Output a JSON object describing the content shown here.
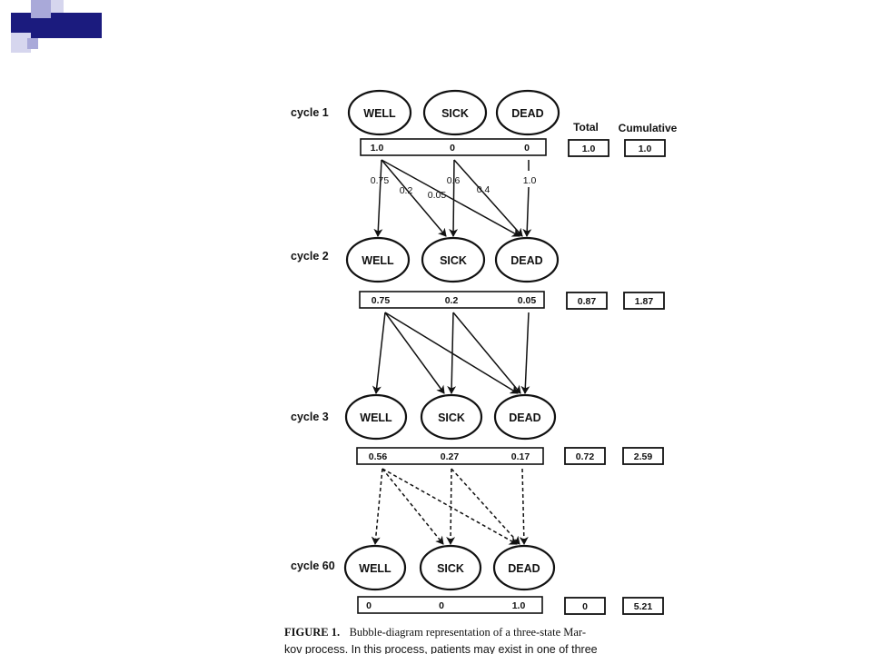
{
  "headers": {
    "total": "Total",
    "cumulative": "Cumulative"
  },
  "states": [
    "WELL",
    "SICK",
    "DEAD"
  ],
  "cycles": [
    {
      "label": "cycle 1",
      "values": [
        "1.0",
        "0",
        "0"
      ],
      "total": "1.0",
      "cumulative": "1.0"
    },
    {
      "label": "cycle 2",
      "values": [
        "0.75",
        "0.2",
        "0.05"
      ],
      "total": "0.87",
      "cumulative": "1.87"
    },
    {
      "label": "cycle 3",
      "values": [
        "0.56",
        "0.27",
        "0.17"
      ],
      "total": "0.72",
      "cumulative": "2.59"
    },
    {
      "label": "cycle 60",
      "values": [
        "0",
        "0",
        "1.0"
      ],
      "total": "0",
      "cumulative": "5.21"
    }
  ],
  "transitions": {
    "well_to_well": "0.75",
    "well_to_sick": "0.2",
    "well_to_dead": "0.05",
    "sick_to_sick": "0.6",
    "sick_to_dead": "0.4",
    "dead_to_dead": "1.0"
  },
  "caption": {
    "figure_label": "FIGURE 1.",
    "line1": "Bubble-diagram representation of a three-state Mar-",
    "line2": "kov process. In this process, patients may exist in one of three"
  },
  "colors": {
    "logo_navy": "#1b1b7e",
    "logo_lavender": "#a9a9d9",
    "logo_light": "#d6d6ee"
  }
}
